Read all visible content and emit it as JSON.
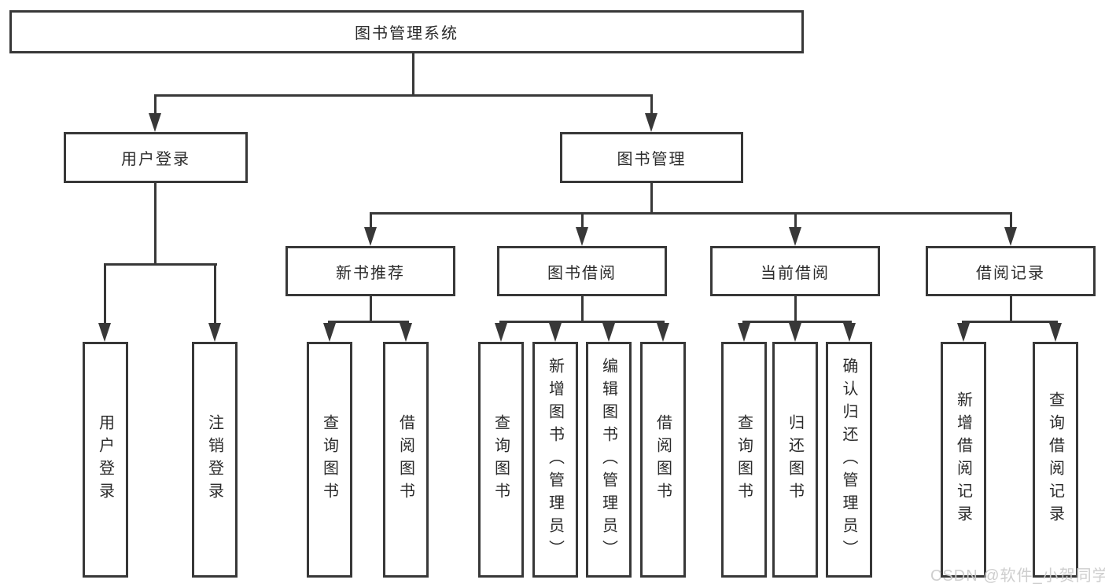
{
  "diagram": {
    "type": "hierarchy-tree",
    "colors": {
      "line": "#383838",
      "box_border": "#383838",
      "box_background": "#ffffff",
      "text": "#2b2b2b",
      "watermark": "#cbcbcb"
    },
    "root": {
      "label": "图书管理系统"
    },
    "branches": [
      {
        "label": "用户登录",
        "children": [
          {
            "label": "用户登录"
          },
          {
            "label": "注销登录"
          }
        ]
      },
      {
        "label": "图书管理",
        "children": [
          {
            "label": "新书推荐",
            "children": [
              {
                "label": "查询图书"
              },
              {
                "label": "借阅图书"
              }
            ]
          },
          {
            "label": "图书借阅",
            "children": [
              {
                "label": "查询图书"
              },
              {
                "label": "新增图书（管理员）"
              },
              {
                "label": "编辑图书（管理员）"
              },
              {
                "label": "借阅图书"
              }
            ]
          },
          {
            "label": "当前借阅",
            "children": [
              {
                "label": "查询图书"
              },
              {
                "label": "归还图书"
              },
              {
                "label": "确认归还（管理员）"
              }
            ]
          },
          {
            "label": "借阅记录",
            "children": [
              {
                "label": "新增借阅记录"
              },
              {
                "label": "查询借阅记录"
              }
            ]
          }
        ]
      }
    ],
    "watermark": "CSDN @软件_小贺同学"
  }
}
